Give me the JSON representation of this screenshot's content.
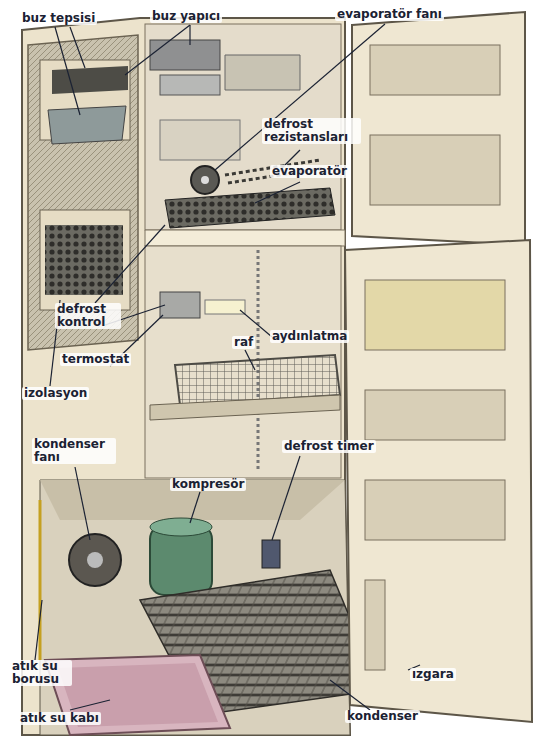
{
  "diagram": {
    "labels": [
      "buz tepsisi",
      "buz yapıcı",
      "evaporatör fanı",
      "defrost rezistansları",
      "evaporatör",
      "defrost kontrol",
      "aydınlatma",
      "raf",
      "termostat",
      "izolasyon",
      "kondenser fanı",
      "kompresör",
      "defrost timer",
      "atık su borusu",
      "atık su kabı",
      "ızgara",
      "kondenser"
    ]
  }
}
